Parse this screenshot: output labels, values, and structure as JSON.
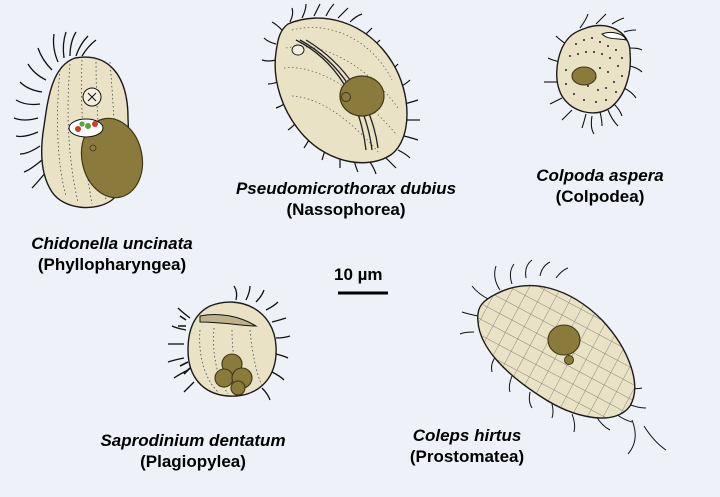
{
  "organisms": [
    {
      "id": "chidonella",
      "species": "Chidonella uncinata",
      "class": "(Phyllopharyngea)"
    },
    {
      "id": "pseudomicrothorax",
      "species": "Pseudomicrothorax dubius",
      "class": "(Nassophorea)"
    },
    {
      "id": "colpoda",
      "species": "Colpoda aspera",
      "class": "(Colpodea)"
    },
    {
      "id": "saprodinium",
      "species": "Saprodinium dentatum",
      "class": "(Plagiopylea)"
    },
    {
      "id": "coleps",
      "species": "Coleps hirtus",
      "class": "(Prostomatea)"
    }
  ],
  "scale_bar": {
    "label": "10 µm"
  },
  "colors": {
    "background": "#eef2f8",
    "cell_fill": "#e9e2c5",
    "nucleus_fill": "#8a7b3d",
    "nucleus_stroke": "#3e3616",
    "outline": "#1a1a1a",
    "red_dot": "#d8352b",
    "green_dot": "#5aa33c"
  }
}
